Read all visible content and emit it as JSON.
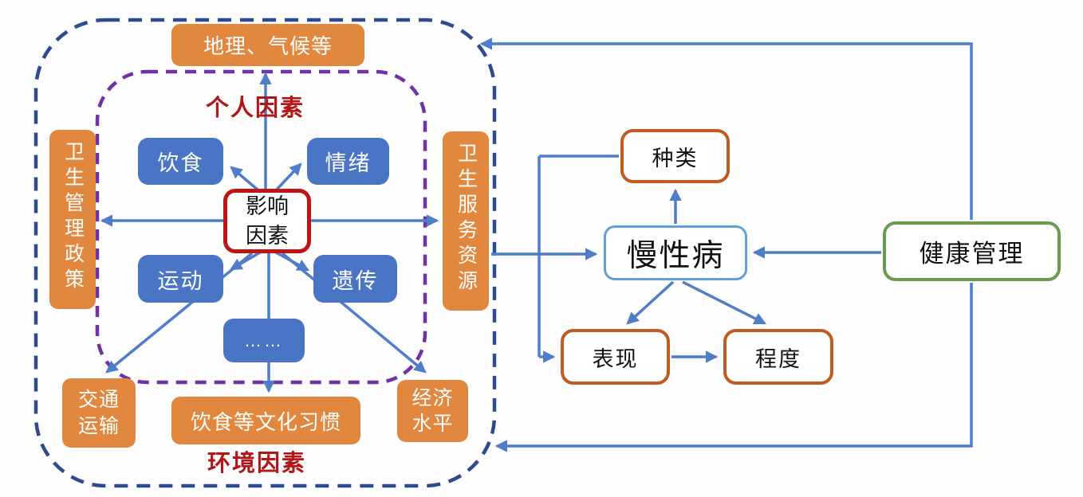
{
  "colors": {
    "orange_box_fill": "#E2873E",
    "blue_box_fill": "#4A75C4",
    "arrow_blue": "#4F7DC9",
    "outer_dashed_border": "#2E4B8F",
    "inner_dashed_border": "#7133A3",
    "center_box_border": "#C01414",
    "red_label_text": "#B21616",
    "chronic_box_border": "#63A0DB",
    "attribute_box_border": "#BF5B21",
    "health_box_border": "#6B9B4E"
  },
  "influence_cluster": {
    "center_box": {
      "line1": "影响",
      "line2": "因素"
    },
    "personal_label": "个人因素",
    "environment_label": "环境因素",
    "personal_factors": {
      "diet": "饮食",
      "emotion": "情绪",
      "exercise": "运动",
      "heredity": "遗传",
      "more": "……"
    },
    "environment_factors": {
      "geography": "地理、气候等",
      "policy": "卫生管理政策",
      "resources": "卫生服务资源",
      "transport": {
        "line1": "交通",
        "line2": "运输"
      },
      "culture": "饮食等文化习惯",
      "economy": {
        "line1": "经济",
        "line2": "水平"
      }
    }
  },
  "disease_cluster": {
    "chronic": "慢性病",
    "type": "种类",
    "manifestation": "表现",
    "degree": "程度"
  },
  "management_cluster": {
    "health": "健康管理"
  }
}
